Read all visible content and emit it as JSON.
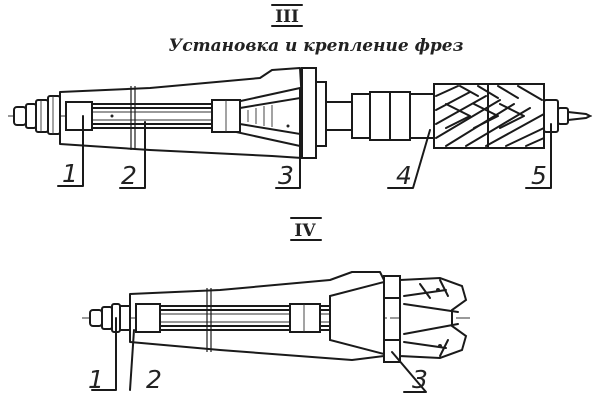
{
  "section_top": {
    "numeral": "III",
    "title": "Установка и крепление фрез"
  },
  "section_bottom": {
    "numeral": "IV"
  },
  "callouts_top": [
    "1",
    "2",
    "3",
    "4",
    "5"
  ],
  "callouts_bottom": [
    "1",
    "2",
    "3"
  ]
}
